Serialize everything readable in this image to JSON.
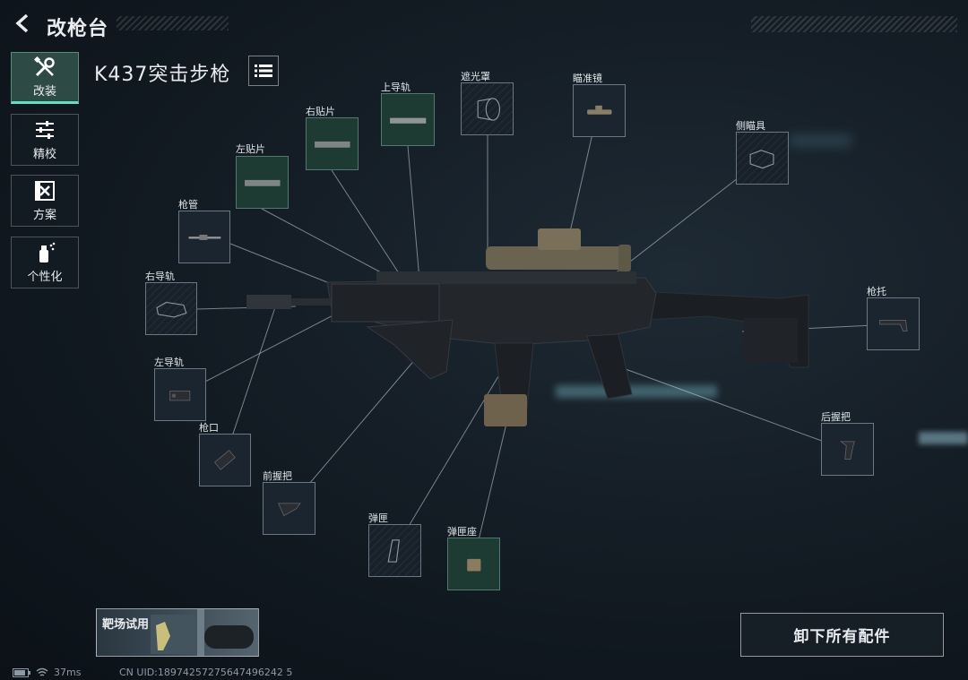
{
  "header": {
    "title": "改枪台"
  },
  "nav": [
    {
      "label": "改装",
      "icon": "tools-icon",
      "active": true
    },
    {
      "label": "精校",
      "icon": "sliders-icon",
      "active": false
    },
    {
      "label": "方案",
      "icon": "blueprint-icon",
      "active": false
    },
    {
      "label": "个性化",
      "icon": "spray-icon",
      "active": false
    }
  ],
  "weapon": {
    "name": "K437突击步枪"
  },
  "slots": {
    "top_rail": "上导轨",
    "right_panel": "右贴片",
    "left_panel": "左贴片",
    "barrel": "枪管",
    "right_rail": "右导轨",
    "left_rail": "左导轨",
    "muzzle": "枪口",
    "foregrip": "前握把",
    "magazine": "弹匣",
    "mag_well": "弹匣座",
    "lens_hood": "遮光罩",
    "scope": "瞄准镜",
    "side_sight": "侧瞄具",
    "stock": "枪托",
    "rear_grip": "后握把"
  },
  "bottom": {
    "range_label": "靶场试用",
    "unequip_label": "卸下所有配件"
  },
  "status": {
    "ping": "37ms",
    "uid": "CN UID:18974257275647496242 5"
  },
  "colors": {
    "accent": "#5fe0c0",
    "active_nav": "#2e4a44",
    "slot_green": "#1d3a33"
  }
}
